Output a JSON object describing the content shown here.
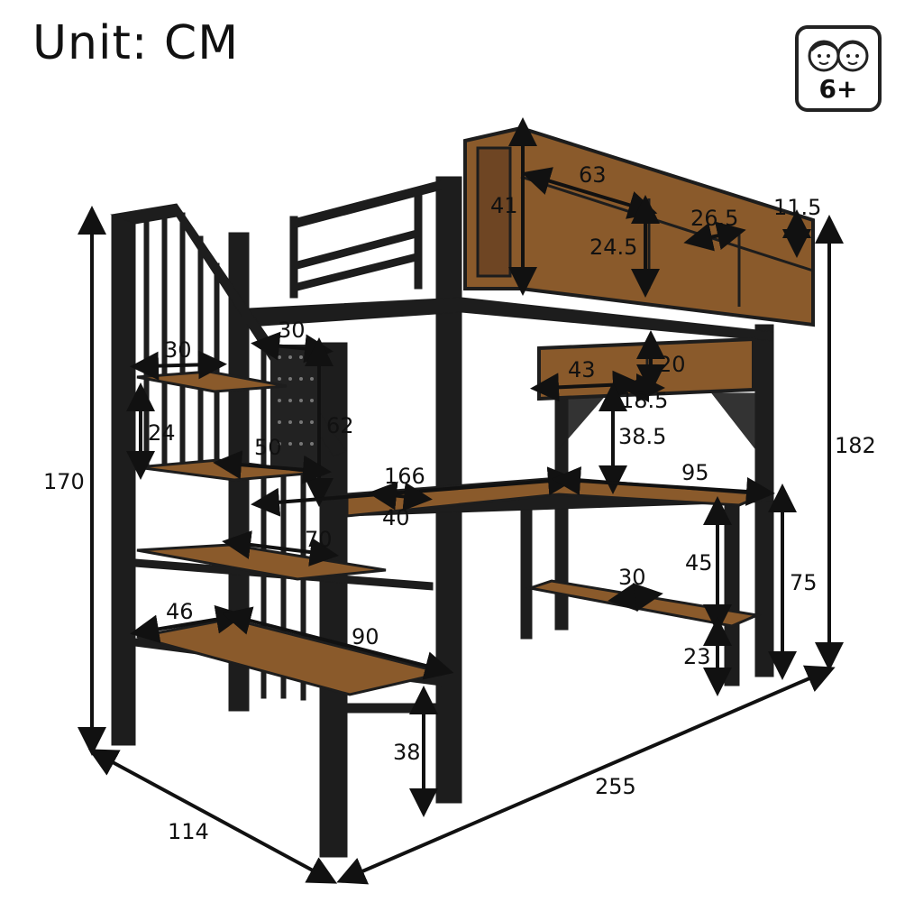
{
  "header": {
    "unit_label": "Unit: CM"
  },
  "badge": {
    "age_label": "6+",
    "icon": "two-kids-faces-icon"
  },
  "colors": {
    "frame": "#1d1d1d",
    "wood": "#8a5a2b",
    "wood_dark": "#5e3a1a",
    "arrow": "#111111"
  },
  "dimensions": {
    "shelf_width_top": "63",
    "shelf_height_top": "41",
    "shelf_inner_height": "24.5",
    "shelf_slot_width": "26.5",
    "shelf_depth_top": "11.5",
    "stair_top_width": "30",
    "stair_side_width": "30",
    "stair_step_height": "24",
    "stair_height": "62",
    "stair_step_depth": "50",
    "bed_length": "166",
    "desk_depth": "40",
    "stair_depth": "70",
    "lower_step_width": "46",
    "lower_step_length": "90",
    "desk_shelf_width": "43",
    "desk_shelf_height": "20",
    "desk_shelf_depth": "18.5",
    "desk_clearance": "38.5",
    "desk_side_length": "95",
    "desk_leg_height": "45",
    "desk_height": "75",
    "lower_shelf_depth": "30",
    "lower_shelf_height": "23",
    "bottom_step_height": "38",
    "total_height_left": "170",
    "total_height_right": "182",
    "total_length": "255",
    "total_width": "114"
  }
}
